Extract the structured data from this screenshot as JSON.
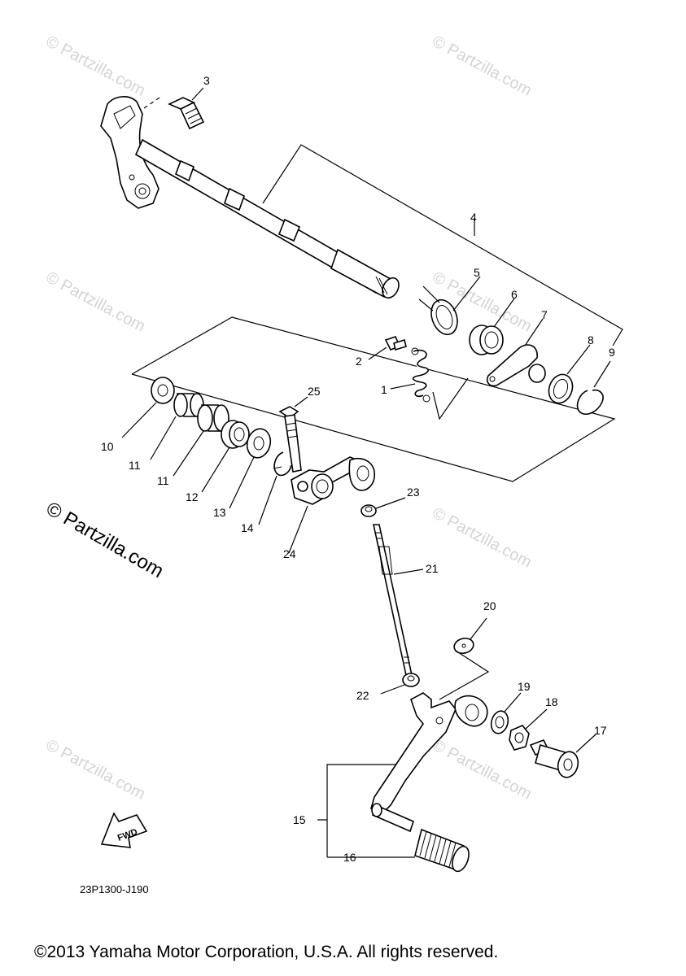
{
  "diagram": {
    "callouts": {
      "p1": "1",
      "p2": "2",
      "p3": "3",
      "p4": "4",
      "p5": "5",
      "p6": "6",
      "p7": "7",
      "p8": "8",
      "p9": "9",
      "p10": "10",
      "p11a": "11",
      "p11b": "11",
      "p12": "12",
      "p13": "13",
      "p14": "14",
      "p15": "15",
      "p16": "16",
      "p17": "17",
      "p18": "18",
      "p19": "19",
      "p20": "20",
      "p21": "21",
      "p22": "22",
      "p23": "23",
      "p24": "24",
      "p25": "25"
    },
    "watermark_text": "© Partzilla.com",
    "fwd_label": "FWD",
    "diagram_code": "23P1300-J190"
  },
  "footer": {
    "copyright": "©2013 Yamaha Motor Corporation, U.S.A. All rights reserved."
  }
}
